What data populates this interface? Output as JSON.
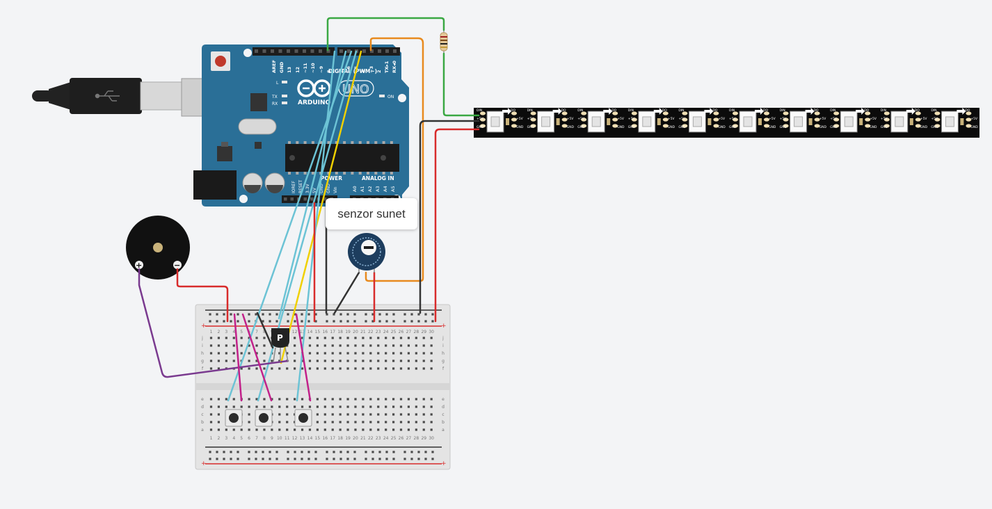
{
  "arduino": {
    "brand": "ARDUINO",
    "model": "UNO",
    "digital_label": "DIGITAL (PWM~)",
    "pin_labels": [
      "AREF",
      "GND",
      "13",
      "12",
      "~11",
      "~10",
      "~9",
      "8",
      "7",
      "~6",
      "~5",
      "4",
      "~3",
      "2",
      "TX▸1",
      "RX◂0"
    ],
    "power_label": "POWER",
    "analog_label": "ANALOG IN",
    "power_pins": [
      "IOREF",
      "RESET",
      "3.3V",
      "5V",
      "GND",
      "GND",
      "Vin"
    ],
    "analog_pins": [
      "A0",
      "A1",
      "A2",
      "A3",
      "A4",
      "A5"
    ],
    "led_labels": [
      "L",
      "TX",
      "RX"
    ],
    "on_label": "ON"
  },
  "potentiometer": {
    "tooltip": "senzor sunet"
  },
  "transistor": {
    "label": "P"
  },
  "buzzer": {
    "plus": "+",
    "minus": "−"
  },
  "led_strip": {
    "count": 10,
    "pad_labels": {
      "din": "DIN",
      "do": "DO",
      "v5": "+5V",
      "gnd": "GND"
    }
  },
  "breadboard": {
    "columns": 30,
    "rows_top": [
      "j",
      "i",
      "h",
      "g",
      "f"
    ],
    "rows_bottom": [
      "e",
      "d",
      "c",
      "b",
      "a"
    ],
    "rail_plus": "+",
    "rail_minus": "−"
  },
  "wire_colors": {
    "red": "#d82b2b",
    "black": "#333333",
    "green": "#3aa843",
    "orange": "#e88a1e",
    "yellow": "#f0d000",
    "cyan": "#6cc3d5",
    "magenta": "#c2218a",
    "purple": "#7a3a8f"
  }
}
